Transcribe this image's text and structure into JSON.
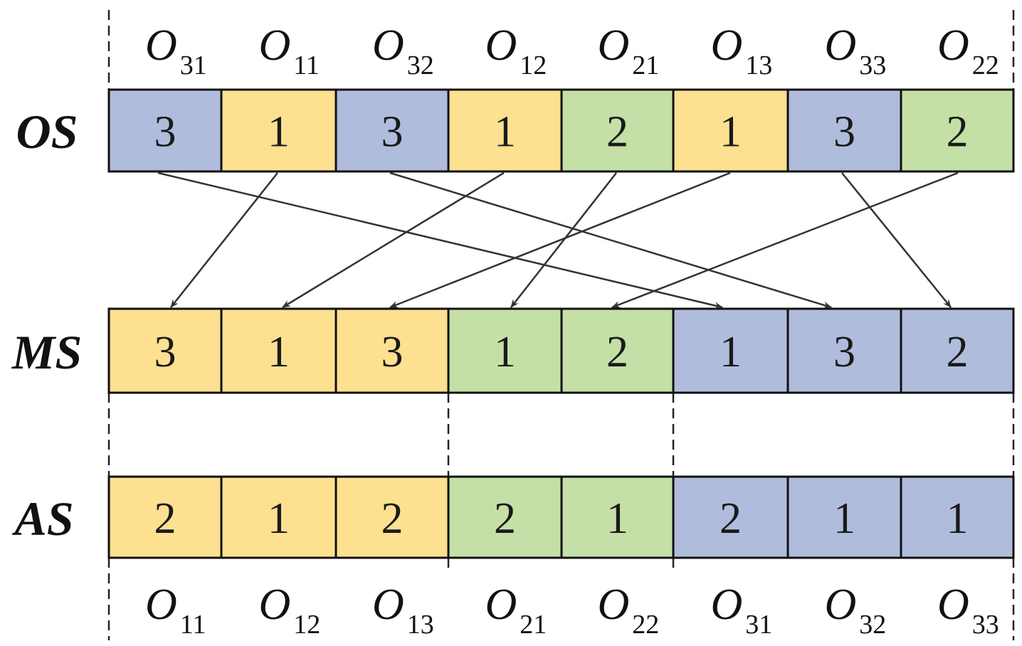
{
  "colors": {
    "job1": "#fde090",
    "job2": "#c5e0a6",
    "job3": "#b0bcdc",
    "border": "#111111",
    "arrow": "#333333"
  },
  "top_operations": [
    {
      "main": "O",
      "sub": "31"
    },
    {
      "main": "O",
      "sub": "11"
    },
    {
      "main": "O",
      "sub": "32"
    },
    {
      "main": "O",
      "sub": "12"
    },
    {
      "main": "O",
      "sub": "21"
    },
    {
      "main": "O",
      "sub": "13"
    },
    {
      "main": "O",
      "sub": "33"
    },
    {
      "main": "O",
      "sub": "22"
    }
  ],
  "bottom_operations": [
    {
      "main": "O",
      "sub": "11"
    },
    {
      "main": "O",
      "sub": "12"
    },
    {
      "main": "O",
      "sub": "13"
    },
    {
      "main": "O",
      "sub": "21"
    },
    {
      "main": "O",
      "sub": "22"
    },
    {
      "main": "O",
      "sub": "31"
    },
    {
      "main": "O",
      "sub": "32"
    },
    {
      "main": "O",
      "sub": "33"
    }
  ],
  "rows": {
    "os": {
      "label": "OS",
      "values": [
        "3",
        "1",
        "3",
        "1",
        "2",
        "1",
        "3",
        "2"
      ],
      "jobs": [
        3,
        1,
        3,
        1,
        2,
        1,
        3,
        2
      ]
    },
    "ms": {
      "label": "MS",
      "values": [
        "3",
        "1",
        "3",
        "1",
        "2",
        "1",
        "3",
        "2"
      ],
      "jobs": [
        1,
        1,
        1,
        2,
        2,
        3,
        3,
        3
      ]
    },
    "as": {
      "label": "AS",
      "values": [
        "2",
        "1",
        "2",
        "2",
        "1",
        "2",
        "1",
        "1"
      ],
      "jobs": [
        1,
        1,
        1,
        2,
        2,
        3,
        3,
        3
      ]
    }
  },
  "mapping": [
    {
      "from": 0,
      "to": 5
    },
    {
      "from": 1,
      "to": 0
    },
    {
      "from": 2,
      "to": 6
    },
    {
      "from": 3,
      "to": 1
    },
    {
      "from": 4,
      "to": 3
    },
    {
      "from": 5,
      "to": 2
    },
    {
      "from": 6,
      "to": 7
    },
    {
      "from": 7,
      "to": 4
    }
  ]
}
